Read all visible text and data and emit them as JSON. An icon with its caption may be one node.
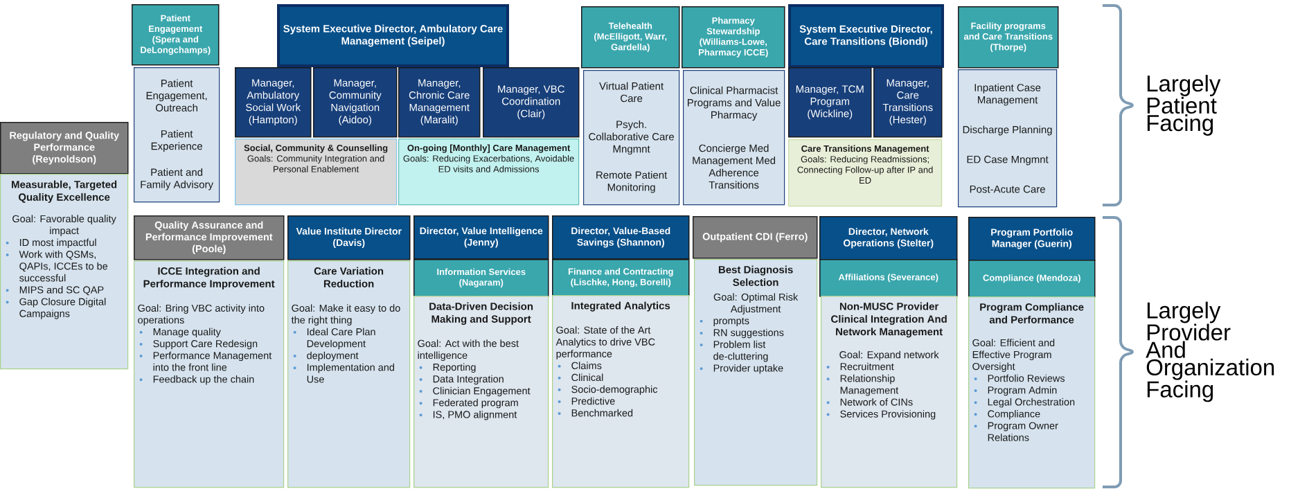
{
  "diagram": {
    "nodes": [
      {
        "text": [
          "Patient Engagement (Spera and DeLongchamps)"
        ]
      },
      {
        "text": [
          "Patient Engagement, Outreach",
          "Patient Experience",
          "Patient and Family Advisory"
        ]
      },
      {
        "text": [
          "System Executive Director, Ambulatory Care Management (Seipel)"
        ]
      },
      {
        "text": [
          "Manager, Ambulatory Social Work (Hampton)"
        ]
      },
      {
        "text": [
          "Manager, Community Navigation (Aidoo)"
        ]
      },
      {
        "text": [
          "Manager, Chronic Care Management (Maralit)"
        ]
      },
      {
        "text": [
          "Manager, VBC Coordination (Clair)"
        ]
      },
      {
        "text": [
          "Social, Community & Counselling",
          "Goals: Community Integration and Personal Enablement"
        ]
      },
      {
        "text": [
          "On-going [Monthly] Care Management",
          "Goals: Reducing Exacerbations, Avoidable ED visits and Admissions"
        ]
      },
      {
        "text": [
          "Telehealth (McElligott, Warr, Gardella)"
        ]
      },
      {
        "text": [
          "Virtual Patient Care",
          "Psych. Collaborative Care Mngmnt",
          "Remote Patient Monitoring"
        ]
      },
      {
        "text": [
          "Pharmacy Stewardship (Williams-Lowe, Pharmacy ICCE)"
        ]
      },
      {
        "text": [
          "Clinical Pharmacist Programs and Value Pharmacy",
          "Concierge Med Management Med Adherence Transitions"
        ]
      },
      {
        "text": [
          "System Executive Director, Care Transitions (Biondi)"
        ]
      },
      {
        "text": [
          "Manager, TCM Program (Wickline)"
        ]
      },
      {
        "text": [
          "Manager, Care Transitions (Hester)"
        ]
      },
      {
        "text": [
          "Care Transitions Management",
          "Goals: Reducing Readmissions; Connecting Follow-up after IP and ED"
        ]
      },
      {
        "text": [
          "Facility programs and Care Transitions (Thorpe)"
        ]
      },
      {
        "text": [
          "Inpatient Case Management",
          "Discharge Planning",
          "ED Case Mngmnt",
          "Post-Acute Care"
        ]
      },
      {
        "text": [
          "Regulatory and Quality Performance (Reynoldson)"
        ]
      },
      {
        "text": [
          "Measurable, Targeted Quality Excellence",
          "Goal: Favorable quality impact",
          "ID most impactful",
          "Work with QSMs, QAPIs, ICCEs to be successful",
          "MIPS and SC QAP",
          "Gap Closure Digital Campaigns"
        ]
      },
      {
        "text": [
          "Quality Assurance and Performance Improvement (Poole)"
        ]
      },
      {
        "text": [
          "ICCE Integration and Performance Improvement",
          "Goal: Bring VBC activity into operations",
          "Manage quality",
          "Support Care Redesign",
          "Performance Management into the front line",
          "Feedback up the chain"
        ]
      },
      {
        "text": [
          "Value Institute Director (Davis)"
        ]
      },
      {
        "text": [
          "Care Variation Reduction",
          "Goal: Make it easy to do the right thing",
          "Ideal Care Plan Development",
          "deployment",
          "Implementation and Use"
        ]
      },
      {
        "text": [
          "Director, Value Intelligence (Jenny)"
        ]
      },
      {
        "text": [
          "Information Services (Nagaram)"
        ]
      },
      {
        "text": [
          "Data-Driven Decision Making and Support",
          "Goal: Act with the best intelligence",
          "Reporting",
          "Data Integration",
          "Clinician Engagement",
          "Federated program",
          "IS, PMO alignment"
        ]
      },
      {
        "text": [
          "Director, Value-Based Savings (Shannon)"
        ]
      },
      {
        "text": [
          "Finance and Contracting (Lischke, Hong, Borelli)"
        ]
      },
      {
        "text": [
          "Integrated Analytics",
          "Goal: State of the Art Analytics to drive VBC performance",
          "Claims",
          "Clinical",
          "Socio-demographic",
          "Predictive",
          "Benchmarked"
        ]
      },
      {
        "text": [
          "Outpatient CDI (Ferro)"
        ]
      },
      {
        "text": [
          "Best Diagnosis Selection",
          "Goal: Optimal Risk Adjustment",
          "prompts",
          "RN suggestions",
          "Problem list de-cluttering",
          "Provider uptake"
        ]
      },
      {
        "text": [
          "Director, Network Operations (Stelter)"
        ]
      },
      {
        "text": [
          "Affiliations (Severance)"
        ]
      },
      {
        "text": [
          "Non-MUSC Provider Clinical Integration And Network Management",
          "Goal: Expand network",
          "Recruitment",
          "Relationship Management",
          "Network of CINs",
          "Services Provisioning"
        ]
      },
      {
        "text": [
          "Program Portfolio Manager (Guerin)"
        ]
      },
      {
        "text": [
          "Compliance (Mendoza)"
        ]
      },
      {
        "text": [
          "Program Compliance and Performance",
          "Goal: Efficient and Effective Program Oversight",
          "Portfolio Reviews",
          "Program Admin",
          "Legal Orchestration",
          "Compliance",
          "Program Owner Relations"
        ]
      }
    ],
    "labels": [
      "Largely Patient Facing",
      "Largely Provider And Organization Facing"
    ]
  }
}
